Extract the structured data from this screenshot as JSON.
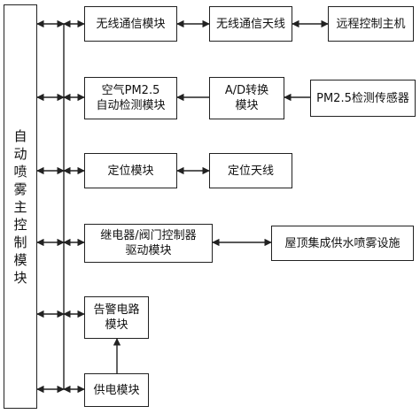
{
  "diagram": {
    "main_controller": "自动喷雾主控制模块",
    "rows": [
      {
        "modules": [
          "无线通信模块",
          "无线通信天线",
          "远程控制主机"
        ]
      },
      {
        "modules": [
          "空气PM2.5\n自动检测模块",
          "A/D转换\n模块",
          "PM2.5检测传感器"
        ]
      },
      {
        "modules": [
          "定位模块",
          "定位天线"
        ]
      },
      {
        "modules": [
          "继电器/阀门控制器\n驱动模块",
          "屋顶集成供水喷雾设施"
        ]
      },
      {
        "modules": [
          "告警电路\n模块"
        ]
      },
      {
        "modules": [
          "供电模块"
        ]
      }
    ]
  }
}
